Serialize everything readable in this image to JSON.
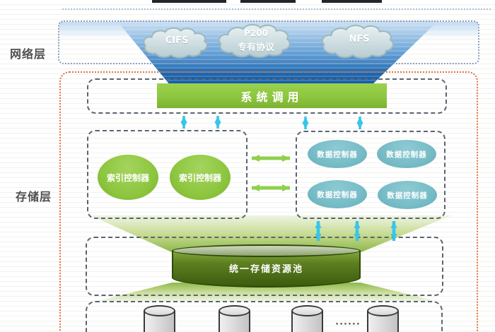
{
  "layers": {
    "network": "网络层",
    "storage": "存储层"
  },
  "network_layer": {
    "clouds": [
      {
        "line1": "CIFS",
        "line2": ""
      },
      {
        "line1": "P200",
        "line2": "专有协议"
      },
      {
        "line1": "NFS",
        "line2": ""
      }
    ]
  },
  "storage_layer": {
    "system_call": "系统调用",
    "index_controllers": [
      "索引控制器",
      "索引控制器"
    ],
    "data_controllers": [
      "数据控制器",
      "数据控制器",
      "数据控制器",
      "数据控制器"
    ],
    "storage_pool": "统一存储资源池",
    "disks_ellipsis": "······"
  },
  "colors": {
    "green": "#8dc63f",
    "teal": "#76bcc6",
    "cyan_arrow": "#38c5e8",
    "green_arrow": "#8fd04e",
    "funnel_blue": "#0d57a6",
    "pool_green": "#3d5b0e",
    "orange_border": "#e4703c",
    "network_border": "#8a9cc0",
    "dashed_border": "#5a6470"
  }
}
